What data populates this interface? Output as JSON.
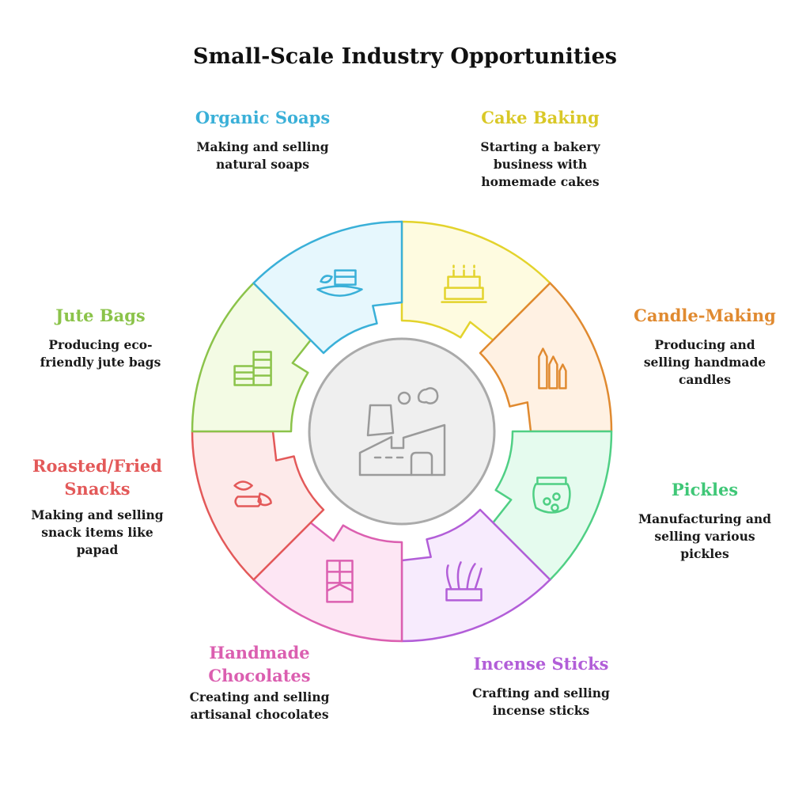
{
  "title": "Small-Scale Industry Opportunities",
  "center_icon": "factory-icon",
  "segments": [
    {
      "name": "Cake Baking",
      "description": "Starting a bakery\nbusiness with\nhomemade cakes",
      "icon": "cake-icon",
      "stroke": "#e3d32c",
      "fill": "#fefbe0"
    },
    {
      "name": "Candle-Making",
      "description": "Producing and\nselling handmade\ncandles",
      "icon": "candles-icon",
      "stroke": "#e08a30",
      "fill": "#fff1e3"
    },
    {
      "name": "Pickles",
      "description": "Manufacturing and\nselling various\npickles",
      "icon": "pickle-jar-icon",
      "stroke": "#4fcf84",
      "fill": "#e5fbee"
    },
    {
      "name": "Incense Sticks",
      "description": "Crafting and selling\nincense sticks",
      "icon": "incense-sticks-icon",
      "stroke": "#b25ed8",
      "fill": "#f7ebfd"
    },
    {
      "name": "Handmade\nChocolates",
      "description": "Creating and selling\nartisanal chocolates",
      "icon": "chocolate-bar-icon",
      "stroke": "#db5fb0",
      "fill": "#fde6f4"
    },
    {
      "name": "Roasted/Fried\nSnacks",
      "description": "Making and selling\nsnack items like\npapad",
      "icon": "snacks-icon",
      "stroke": "#e35959",
      "fill": "#fdeaea"
    },
    {
      "name": "Jute Bags",
      "description": "Producing eco-\nfriendly jute bags",
      "icon": "jute-bags-icon",
      "stroke": "#8bc34a",
      "fill": "#f3fbe4"
    },
    {
      "name": "Organic Soaps",
      "description": "Making and selling\nnatural soaps",
      "icon": "soap-icon",
      "stroke": "#3ab0d8",
      "fill": "#e6f7fd"
    }
  ],
  "colors": {
    "center_fill": "#efefef",
    "center_stroke": "#aaaaaa",
    "icon_gray": "#9a9a9a"
  }
}
